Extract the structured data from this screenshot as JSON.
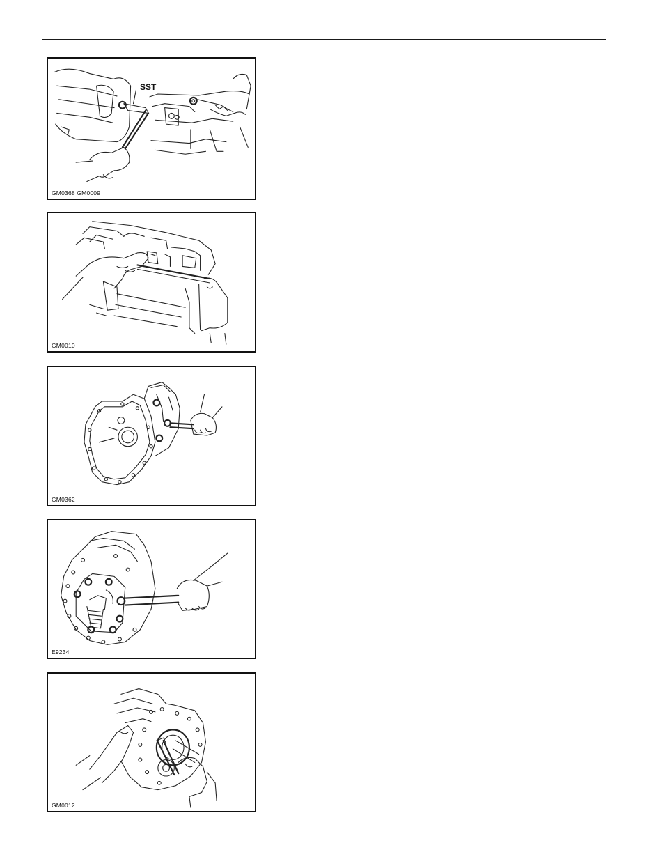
{
  "page": {
    "type": "service-manual-page",
    "has_header_rule": true
  },
  "figures": [
    {
      "code": "GM0368  GM0009",
      "callouts": [
        "SST"
      ],
      "subject": "Using special service tool (SST) and wrench on transmission case, two views"
    },
    {
      "code": "GM0010",
      "callouts": [],
      "subject": "Hands working on transmission case top with a rod/tool"
    },
    {
      "code": "GM0362",
      "callouts": [],
      "subject": "Removing bolts from clutch housing side of transmission with wrench"
    },
    {
      "code": "E9234",
      "callouts": [],
      "subject": "Removing retainer bolts around splined input shaft with box-end wrench"
    },
    {
      "code": "GM0012",
      "callouts": [],
      "subject": "Removing snap ring from shaft bearing with pliers"
    }
  ],
  "text_column": {
    "content": ""
  }
}
